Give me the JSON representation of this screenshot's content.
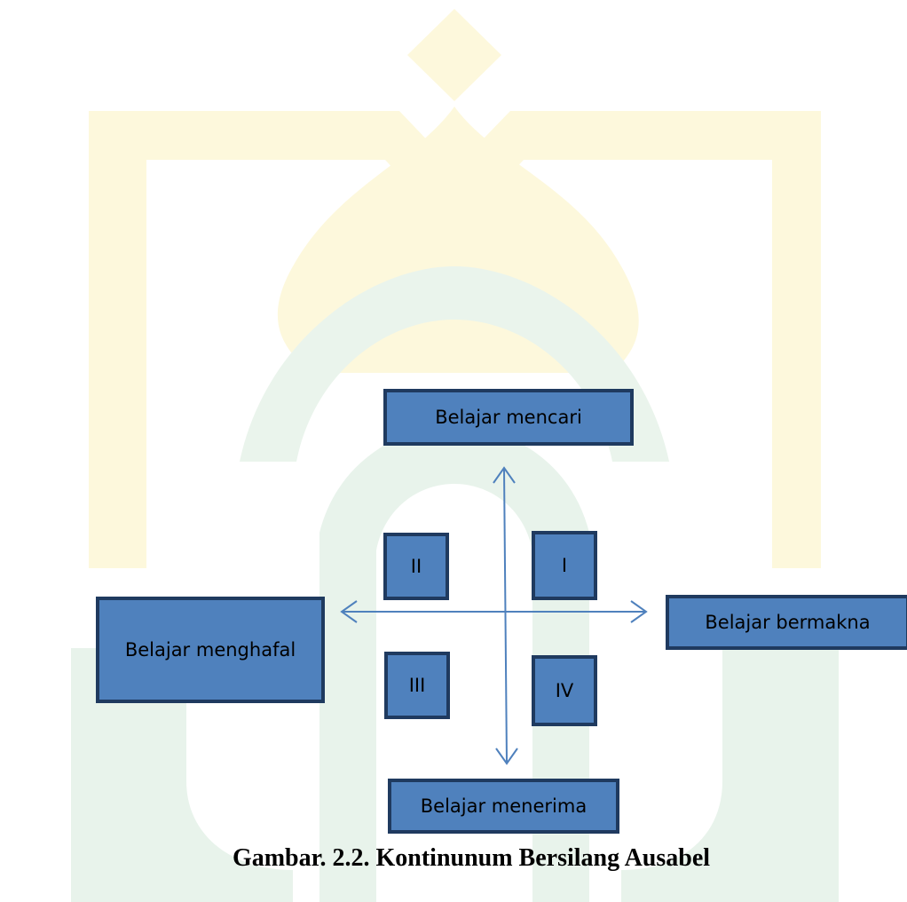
{
  "diagram": {
    "nodes": {
      "top": "Belajar mencari",
      "right": "Belajar bermakna",
      "left": "Belajar menghafal",
      "bottom": "Belajar menerima"
    },
    "quadrants": {
      "q1": "I",
      "q2": "II",
      "q3": "III",
      "q4": "IV"
    },
    "edges": [
      {
        "from": "bottom",
        "to": "top",
        "direction": "bidirectional"
      },
      {
        "from": "left",
        "to": "right",
        "direction": "bidirectional"
      }
    ]
  },
  "caption": "Gambar. 2.2. Kontinunum Bersilang Ausabel",
  "colors": {
    "box_fill": "#4f81bd",
    "box_border": "#1f3a5f",
    "arrow": "#4f81bd",
    "watermark_yellow": "#fdf8dc",
    "watermark_green": "#e6f2ea"
  }
}
